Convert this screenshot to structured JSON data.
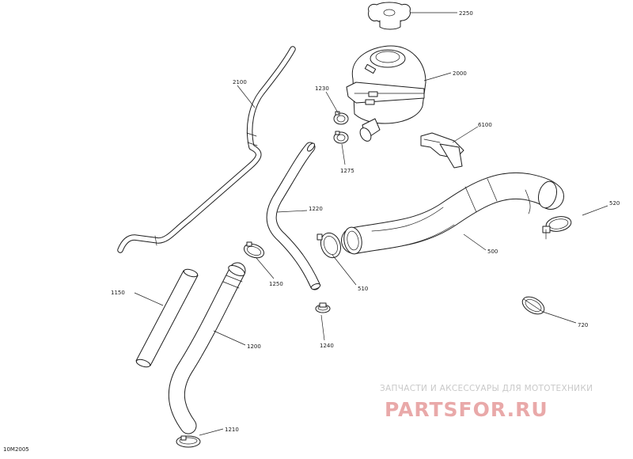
{
  "diagram_code": "10M2005",
  "parts": [
    {
      "ref": "2250",
      "name": "pressure-cap"
    },
    {
      "ref": "2000",
      "name": "coolant-reservoir"
    },
    {
      "ref": "1230",
      "name": "reservoir-clamp-upper"
    },
    {
      "ref": "1275",
      "name": "reservoir-clamp-lower"
    },
    {
      "ref": "6100",
      "name": "reservoir-bracket"
    },
    {
      "ref": "2100",
      "name": "overflow-hose"
    },
    {
      "ref": "1220",
      "name": "reservoir-outlet-hose"
    },
    {
      "ref": "520",
      "name": "radiator-hose-clamp"
    },
    {
      "ref": "500",
      "name": "radiator-hose"
    },
    {
      "ref": "510",
      "name": "hose-clamp"
    },
    {
      "ref": "1250",
      "name": "small-hose-clamp"
    },
    {
      "ref": "1150",
      "name": "straight-pipe"
    },
    {
      "ref": "1200",
      "name": "bent-hose"
    },
    {
      "ref": "1240",
      "name": "hose-clip"
    },
    {
      "ref": "720",
      "name": "band-clamp"
    },
    {
      "ref": "1210",
      "name": "bottom-hose-clamp"
    }
  ],
  "watermark": {
    "tagline": "ЗАПЧАСТИ И АКСЕССУАРЫ ДЛЯ МОТОТЕХНИКИ",
    "logo": "PARTSFOR.RU"
  }
}
